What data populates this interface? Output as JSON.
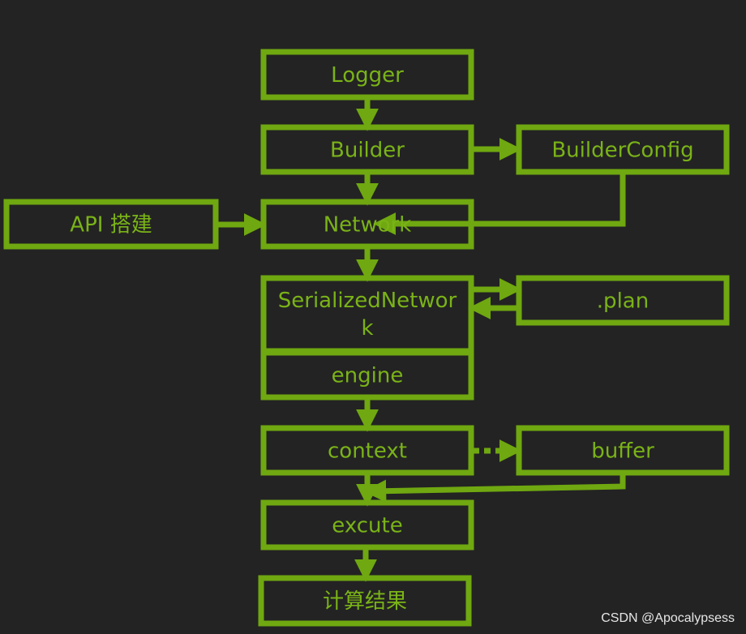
{
  "colors": {
    "background": "#232323",
    "accent": "#6fa810",
    "text": "#7ab317"
  },
  "nodes": [
    {
      "id": "logger",
      "label": "Logger"
    },
    {
      "id": "builder",
      "label": "Builder"
    },
    {
      "id": "builder-config",
      "label": "BuilderConfig"
    },
    {
      "id": "api",
      "label": "API 搭建"
    },
    {
      "id": "network",
      "label": "Network"
    },
    {
      "id": "serialized-network",
      "label": "SerializedNetwor",
      "label_line2": "k"
    },
    {
      "id": "plan",
      "label": ".plan"
    },
    {
      "id": "engine",
      "label": "engine"
    },
    {
      "id": "context",
      "label": "context"
    },
    {
      "id": "buffer",
      "label": "buffer"
    },
    {
      "id": "excute",
      "label": "excute"
    },
    {
      "id": "result",
      "label": "计算结果"
    }
  ],
  "edges": [
    {
      "from": "logger",
      "to": "builder"
    },
    {
      "from": "builder",
      "to": "builder-config"
    },
    {
      "from": "builder",
      "to": "network"
    },
    {
      "from": "builder-config",
      "to": "network"
    },
    {
      "from": "api",
      "to": "network"
    },
    {
      "from": "network",
      "to": "serialized-network"
    },
    {
      "from": "serialized-network",
      "to": "plan"
    },
    {
      "from": "plan",
      "to": "serialized-network"
    },
    {
      "from": "engine",
      "to": "context"
    },
    {
      "from": "context",
      "to": "buffer",
      "style": "dotted"
    },
    {
      "from": "buffer",
      "to": "excute"
    },
    {
      "from": "context",
      "to": "excute"
    },
    {
      "from": "excute",
      "to": "result"
    }
  ],
  "watermark": "CSDN @Apocalypsess"
}
